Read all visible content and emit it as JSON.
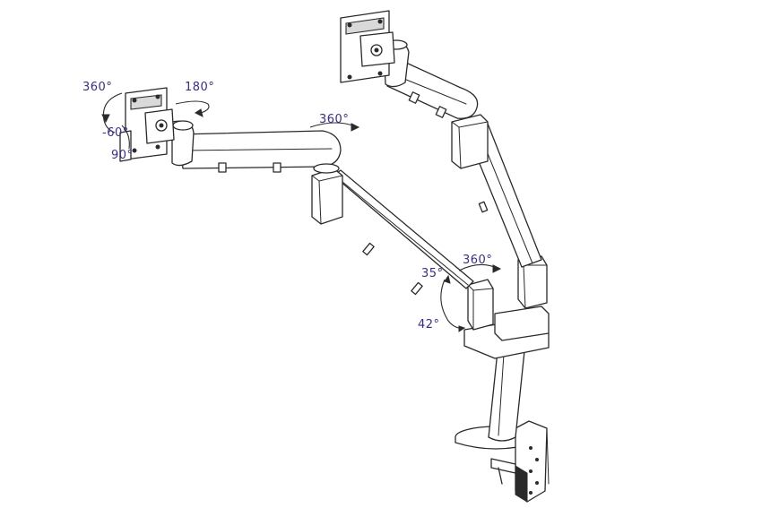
{
  "colors": {
    "line": "#2a2a2a",
    "label": "#3a2a9a",
    "background": "#ffffff"
  },
  "labels": {
    "left_vesa_360": "360°",
    "left_vesa_180": "180°",
    "left_vesa_minus60": "-60°",
    "left_vesa_90": "90°",
    "left_elbow_360": "360°",
    "base_360": "360°",
    "lower_arm_35": "35°",
    "lower_arm_42": "42°"
  }
}
